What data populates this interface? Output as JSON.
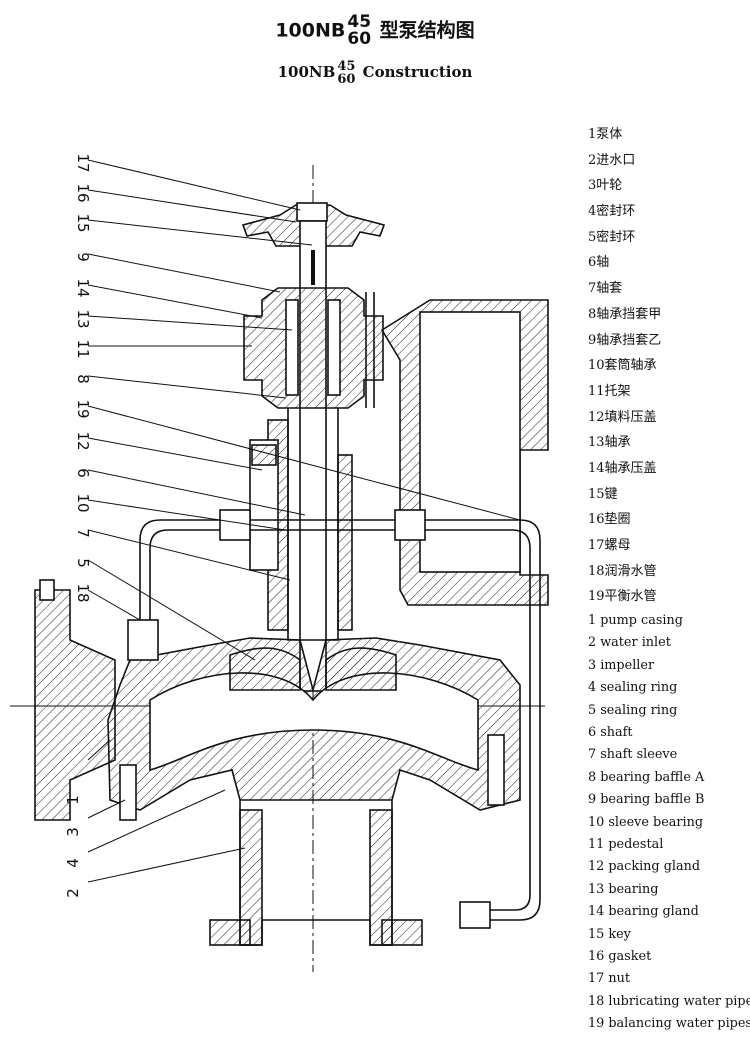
{
  "title": {
    "cn_prefix": "100NB",
    "frac_top": "45",
    "frac_bottom": "60",
    "cn_suffix": "型泵结构图",
    "en_suffix": "Construction"
  },
  "legend_cn": [
    "1泵体",
    "2进水口",
    "3叶轮",
    "4密封环",
    "5密封环",
    "6轴",
    "7轴套",
    "8轴承挡套甲",
    "9轴承挡套乙",
    "10套筒轴承",
    "11托架",
    "12填料压盖",
    "13轴承",
    "14轴承压盖",
    "15键",
    "16垫圈",
    "17螺母",
    "18润滑水管",
    "19平衡水管"
  ],
  "legend_en": [
    "1 pump casing",
    "2 water inlet",
    "3 impeller",
    "4 sealing ring",
    "5 sealing ring",
    "6 shaft",
    "7 shaft sleeve",
    "8 bearing baffle A",
    "9 bearing baffle B",
    "10 sleeve bearing",
    "11 pedestal",
    "12 packing gland",
    "13 bearing",
    "14 bearing gland",
    "15 key",
    "16 gasket",
    "17 nut",
    "18 lubricating water pipe",
    "19 balancing water pipes"
  ],
  "callouts_left": [
    "17",
    "16",
    "15",
    "9",
    "14",
    "13",
    "11",
    "8",
    "19",
    "12",
    "6",
    "10",
    "7",
    "5",
    "18"
  ],
  "callouts_bottom": [
    "1",
    "3",
    "4",
    "2"
  ]
}
